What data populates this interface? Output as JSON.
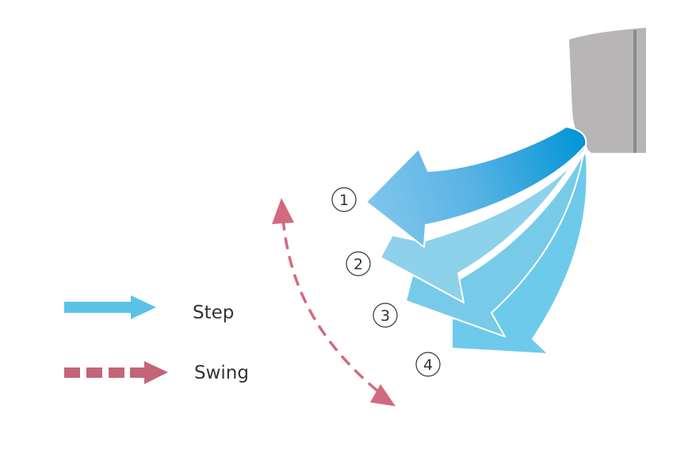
{
  "positions": [
    {
      "label": "1"
    },
    {
      "label": "2"
    },
    {
      "label": "3"
    },
    {
      "label": "4"
    }
  ],
  "legend": {
    "step": "Step",
    "swing": "Swing"
  },
  "colors": {
    "unit": "#b7b5b6",
    "unit_stripe": "#8c8b8c",
    "flow_1_start": "#0094d6",
    "flow_1_end": "#7fc5ec",
    "flow_2": "#8dd1eb",
    "flow_3": "#77cbe8",
    "flow_4": "#6dcaea",
    "step_arrow": "#5bc2e7",
    "swing_arrow": "#d26a7f",
    "swing_legend": "#c46479"
  },
  "icons": {
    "unit": "air-conditioner-icon",
    "step": "solid-arrow-icon",
    "swing": "dashed-arrow-icon"
  }
}
